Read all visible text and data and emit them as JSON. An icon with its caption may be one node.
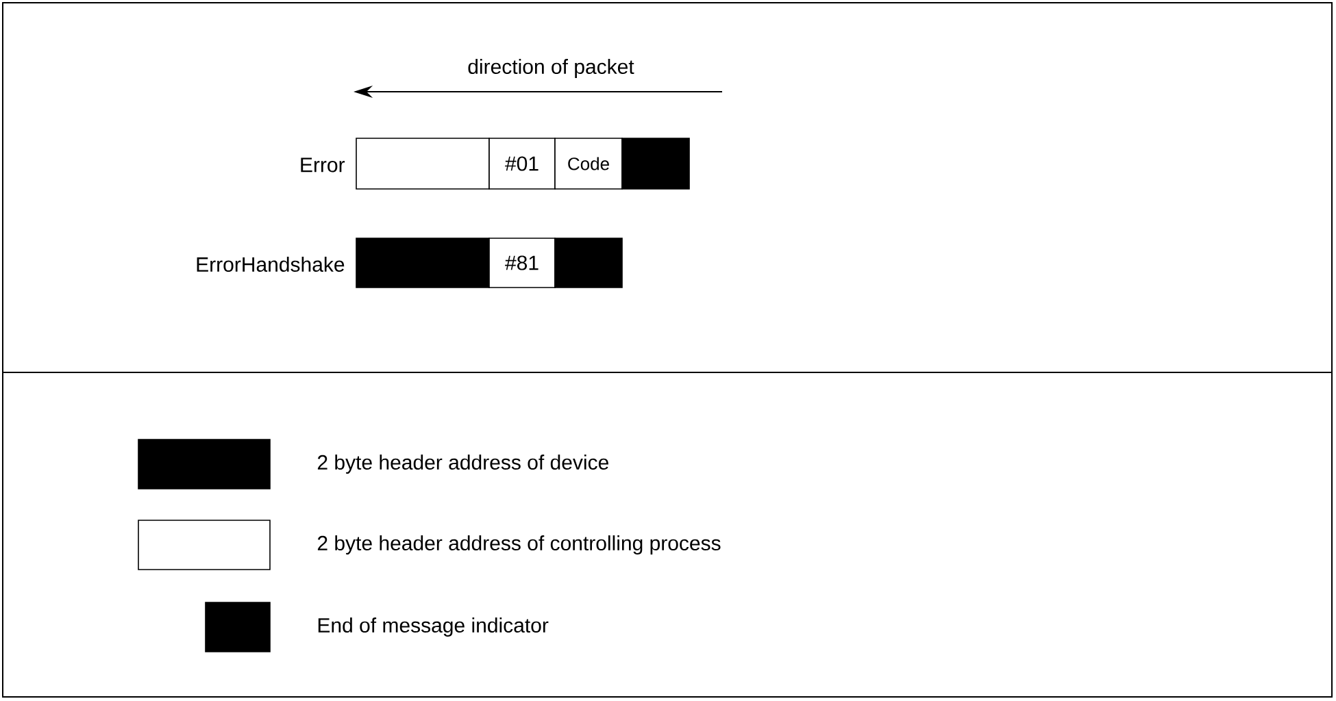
{
  "diagram": {
    "nodes": [
      {
        "text": [],
        "shape": "box",
        "beside": [
          "Error"
        ]
      },
      {
        "text": [
          "#01"
        ]
      },
      {
        "text": [
          "Code"
        ]
      },
      {
        "text": [],
        "shape": "box"
      },
      {
        "text": [],
        "shape": "box",
        "beside": [
          "ErrorHandshake"
        ]
      },
      {
        "text": [
          "#81"
        ]
      },
      {
        "text": [],
        "shape": "box"
      }
    ],
    "labels": [
      "direction of packet"
    ],
    "legend": [
      {
        "text": "2 byte header address of device",
        "color": "#000000"
      },
      {
        "text": "2 byte header address of controlling process"
      },
      {
        "text": "End of message indicator",
        "color": "#000000"
      }
    ]
  }
}
